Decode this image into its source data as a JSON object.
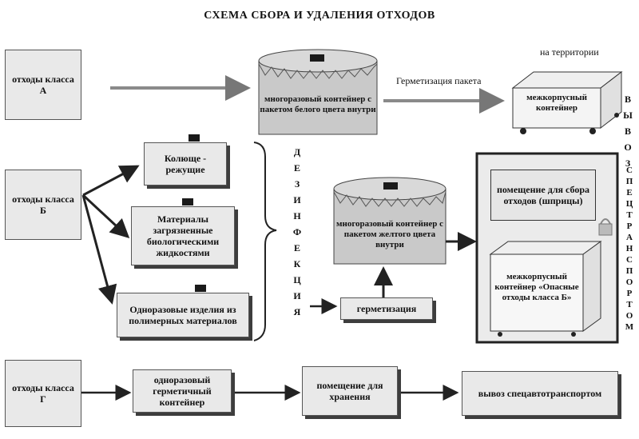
{
  "title": "СХЕМА СБОРА И УДАЛЕНИЯ ОТХОДОВ",
  "class_a": "отходы класса А",
  "class_b": "отходы класса Б",
  "class_g": "отходы класса Г",
  "container_white": "многоразовый контейнер с пакетом белого цвета внутри",
  "container_yellow": "многоразовый контейнер с пакетом желтого цвета внутри",
  "sealing_label": "Герметизация пакета",
  "territory_label": "на территории",
  "intercase_container": "межкорпусный контейнер",
  "export_vertical": "ВЫВОЗ",
  "sharp": "Колюще - режущие",
  "bio": "Материалы загрязненные биологическими жидкостями",
  "disposable": "Одноразовые изделия из полимерных материалов",
  "disinfection_vertical": "ДЕЗИНФЕКЦИЯ",
  "sealing": "герметизация",
  "room_syringes": "помещение для сбора отходов (шприцы)",
  "dangerous_container": "межкорпусный контейнер «Опасные отходы класса Б»",
  "special_transport_vertical": "СПЕЦТРАНСПОРТОМ",
  "sealed_container": "одноразовый герметичный контейнер",
  "storage_room": "помещение для хранения",
  "export_special": "вывоз спецавтотранспортом",
  "colors": {
    "box_fill": "#d4d4d4",
    "line": "#333333",
    "arrow_gray": "#8a8a8a"
  }
}
